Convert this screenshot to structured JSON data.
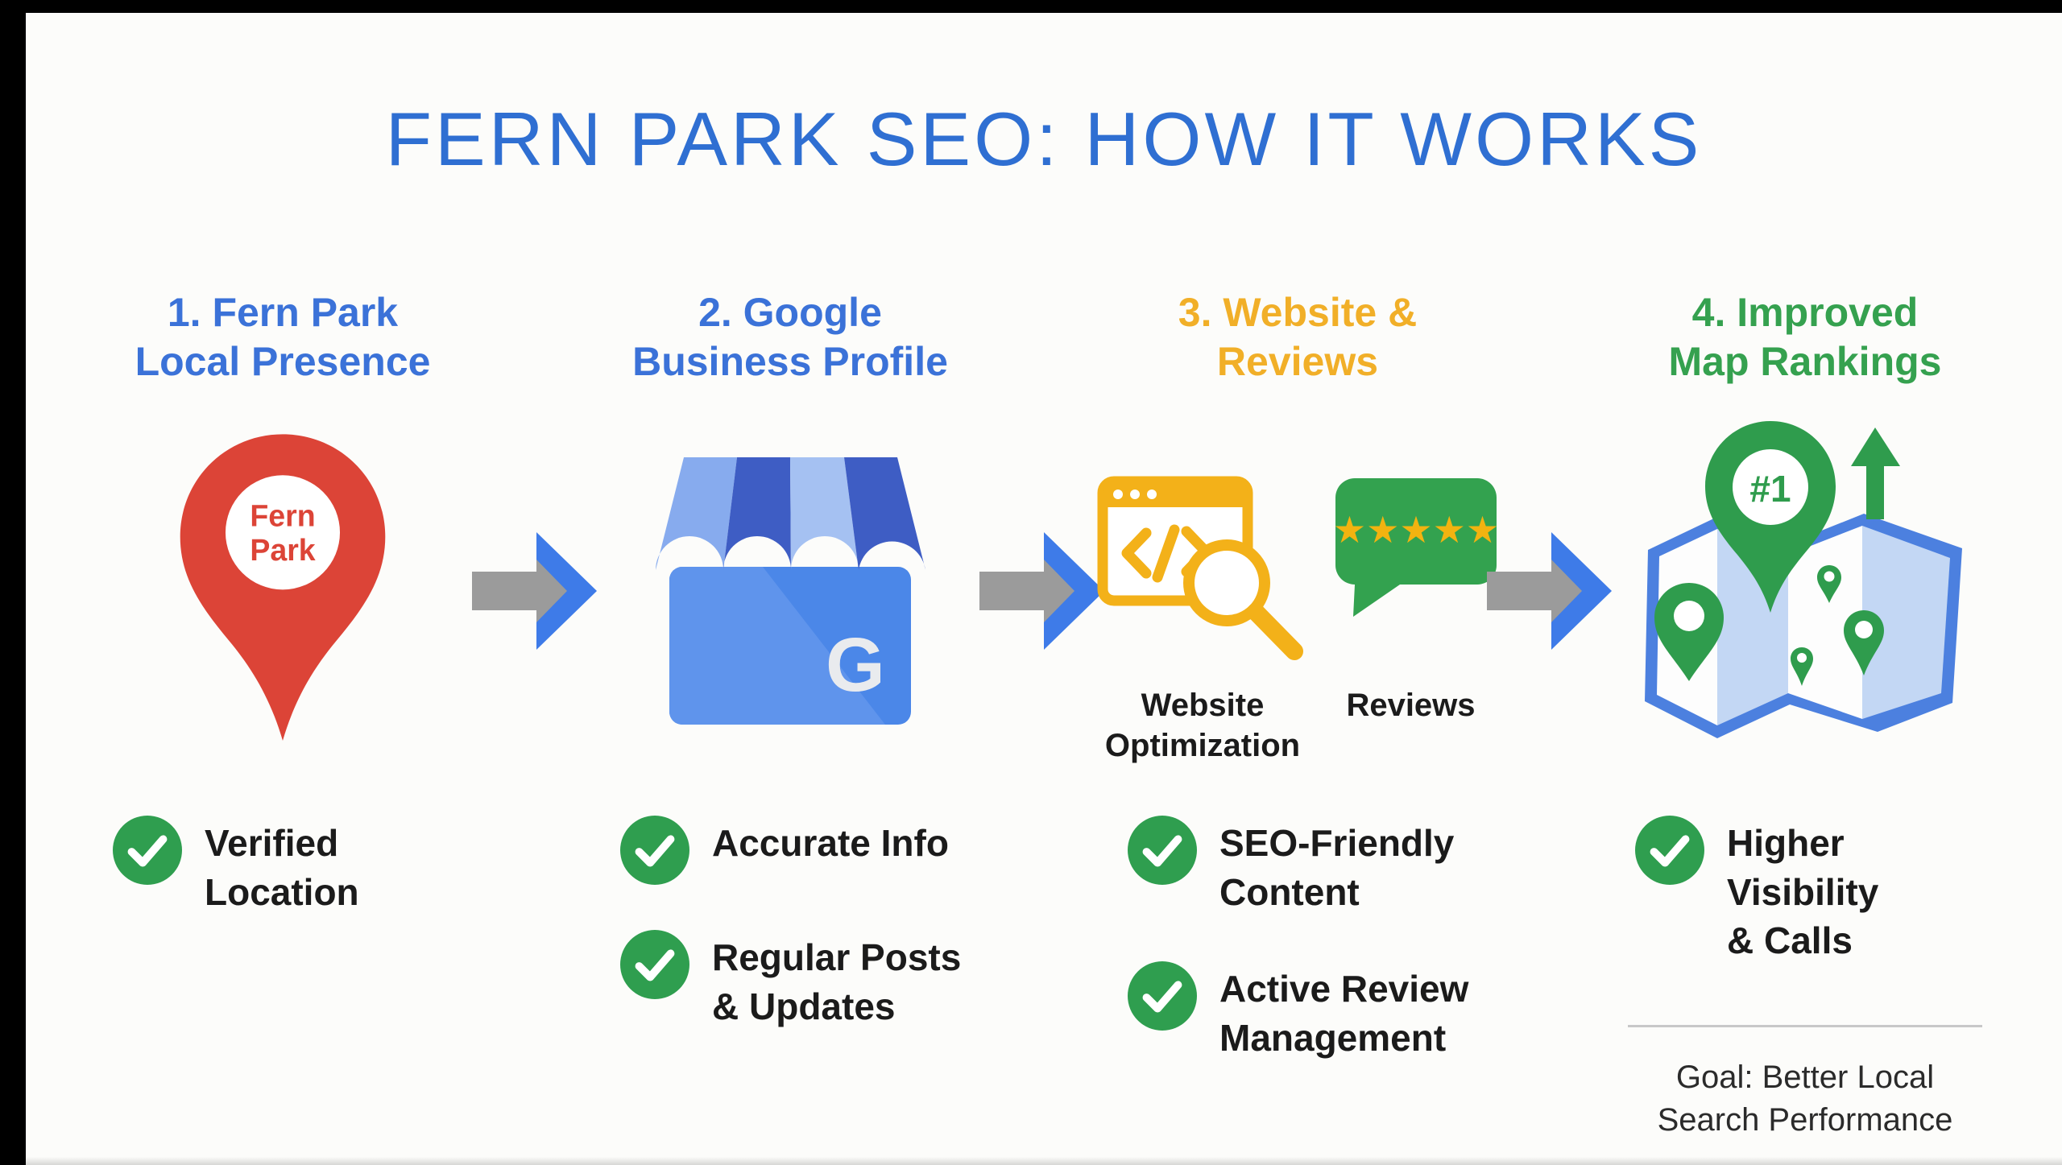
{
  "frame": {
    "top_bar_color": "#000000",
    "left_bar_color": "#000000",
    "background": "#FCFCFA"
  },
  "title": {
    "text": "FERN PARK SEO: HOW IT WORKS",
    "color": "#2F6FD2"
  },
  "columns": [
    {
      "heading": "1. Fern Park\nLocal Presence",
      "heading_color": "#3B72D8",
      "icon": "location-pin-icon",
      "pin_label_lines": [
        "Fern",
        "Park"
      ],
      "items": [
        "Verified\nLocation"
      ]
    },
    {
      "heading": "2. Google\nBusiness Profile",
      "heading_color": "#3B72D8",
      "icon": "google-business-storefront-icon",
      "storefront_letter": "G",
      "items": [
        "Accurate Info",
        "Regular Posts\n& Updates"
      ]
    },
    {
      "heading": "3. Website &\nReviews",
      "heading_color": "#F1AF28",
      "icons": [
        {
          "icon": "website-optimization-icon",
          "label": "Website\nOptimization"
        },
        {
          "icon": "reviews-bubble-icon",
          "label": "Reviews",
          "stars": "★★★★★"
        }
      ],
      "items": [
        "SEO-Friendly\nContent",
        "Active Review\nManagement"
      ]
    },
    {
      "heading": "4. Improved\nMap Rankings",
      "heading_color": "#35A14F",
      "icon": "map-rankings-icon",
      "badge": "#1",
      "items": [
        "Higher\nVisibility\n& Calls"
      ],
      "goal": "Goal: Better Local\nSearch Performance"
    }
  ],
  "colors": {
    "pin_red": "#DC4437",
    "check_green": "#2F9E4F",
    "bubble_green": "#33A24F",
    "star_yellow": "#F2B310",
    "window_yellow": "#F3B119",
    "storefront_body_blue": "#4B87E8",
    "awning_light_blue": "#87ABEE",
    "awning_pale_blue": "#A5C1F2",
    "awning_dark_blue": "#3E5DC4",
    "map_border_blue": "#4C80DF",
    "map_panel_blue": "#C3D7F4",
    "map_pin_green": "#2F9C4D",
    "arrow_gray": "#9B9B9B",
    "arrow_blue": "#3E7BE8",
    "text_black": "#1A1A1A"
  }
}
